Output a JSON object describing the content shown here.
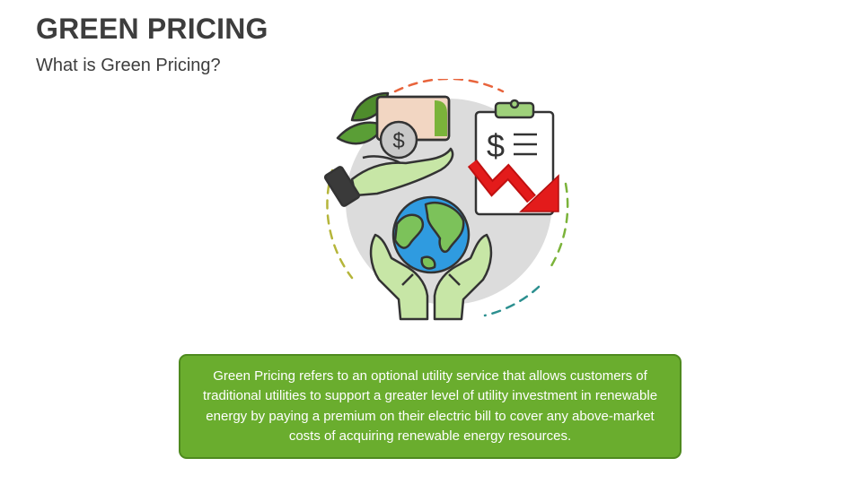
{
  "slide": {
    "title": "GREEN PRICING",
    "subtitle": "What is Green Pricing?"
  },
  "illustration": {
    "icons": [
      "leaves-icon",
      "banknote-icon",
      "dollar-coin-icon",
      "giving-hand-icon",
      "clipboard-dollar-icon",
      "downward-trend-arrow-icon",
      "earth-globe-icon",
      "cupped-hands-icon"
    ],
    "colors": {
      "leaf": "#5a9e36",
      "banknote": "#f2d6c2",
      "hand": "#c7e6a6",
      "globe_water": "#2f9be0",
      "globe_land": "#7cc25a",
      "arrow": "#e31b1b",
      "clipboard_clip": "#9ed07a",
      "backdrop": "#dcdcdc",
      "ring_orange": "#e8643c",
      "ring_olive": "#b5b53a",
      "ring_green": "#7bb33a",
      "ring_teal": "#2b8f8f"
    }
  },
  "callout": {
    "text": "Green Pricing refers to an optional utility service that allows customers of traditional utilities to support a greater level of utility investment in renewable energy by paying a premium on their electric bill to cover any above-market costs of acquiring renewable energy resources.",
    "background": "#6aad2e"
  }
}
